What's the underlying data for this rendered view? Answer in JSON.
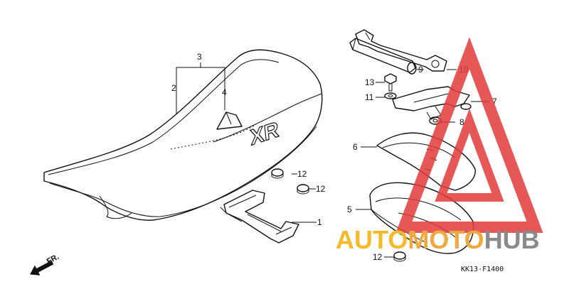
{
  "callouts": {
    "c1": "1",
    "c2": "2",
    "c3": "3",
    "c4": "4",
    "c5": "5",
    "c6": "6",
    "c7": "7",
    "c8": "8",
    "c9": "9",
    "c10": "10",
    "c11": "11",
    "c12a": "12",
    "c12b": "12",
    "c12c": "12",
    "c13": "13"
  },
  "seat_badge": "XR",
  "front_marker": "FR.",
  "diagram_code": "KK13-F1400",
  "watermark": {
    "part1": "AUTO",
    "part2": "MOTO",
    "part3": "HUB",
    "triangle_color": "#e23b3b",
    "text_color": "#f5b92a",
    "hub_color": "#8a8a8a"
  }
}
